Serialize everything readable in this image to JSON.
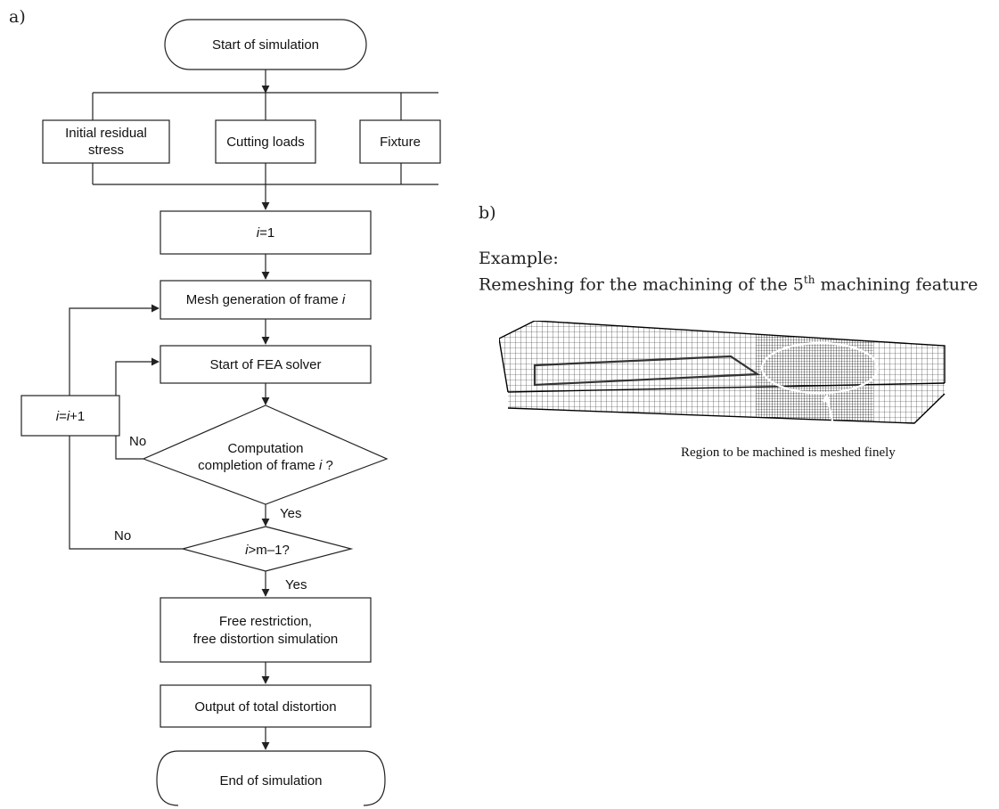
{
  "panel_a_label": "a)",
  "panel_b_label": "b)",
  "flowchart": {
    "start": "Start of simulation",
    "input_residual_line1": "Initial residual",
    "input_residual_line2": "stress",
    "input_cutting": "Cutting loads",
    "input_fixture": "Fixture",
    "init_i_var": "i",
    "init_i_rest": "=1",
    "mesh_text": "Mesh generation of frame ",
    "mesh_var": "i",
    "fea": "Start of FEA solver",
    "check_line1": "Computation",
    "check_line2": "completion of frame ",
    "check_var": "i",
    "check_q": " ?",
    "cond_var": "i",
    "cond_rest": ">m–1?",
    "increment_a": "i",
    "increment_eq": "=",
    "increment_b": "i",
    "increment_rest": "+1",
    "label_no_1": "No",
    "label_yes_1": "Yes",
    "label_no_2": "No",
    "label_yes_2": "Yes",
    "free_line1": "Free restriction,",
    "free_line2": "free distortion simulation",
    "output": "Output of total distortion",
    "end": "End of simulation"
  },
  "example": {
    "heading": "Example:",
    "line_pre": "Remeshing for the machining of the 5",
    "line_sup": "th",
    "line_post": " machining feature",
    "caption": "Region to be machined is meshed finely"
  }
}
